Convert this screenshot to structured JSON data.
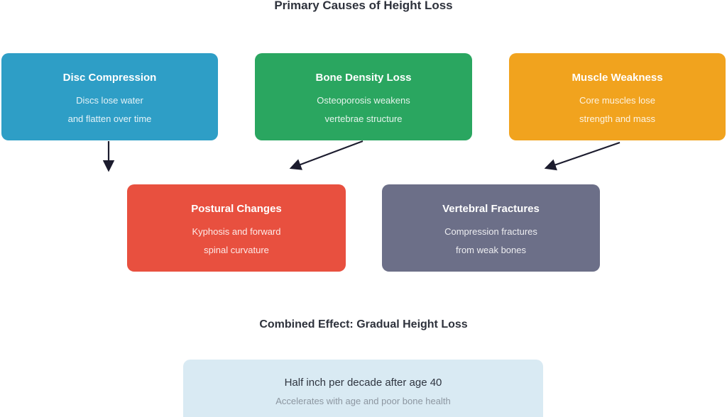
{
  "title": "Primary Causes of Height Loss",
  "nodes": [
    {
      "id": "disc-compression",
      "title": "Disc Compression",
      "line1": "Discs lose water",
      "line2": "and flatten over time",
      "color": "#2E9EC6"
    },
    {
      "id": "bone-density-loss",
      "title": "Bone Density Loss",
      "line1": "Osteoporosis weakens",
      "line2": "vertebrae structure",
      "color": "#2AA660"
    },
    {
      "id": "muscle-weakness",
      "title": "Muscle Weakness",
      "line1": "Core muscles lose",
      "line2": "strength and mass",
      "color": "#F1A31E"
    },
    {
      "id": "postural-changes",
      "title": "Postural Changes",
      "line1": "Kyphosis and forward",
      "line2": "spinal curvature",
      "color": "#E8503F"
    },
    {
      "id": "vertebral-fractures",
      "title": "Vertebral Fractures",
      "line1": "Compression fractures",
      "line2": "from weak bones",
      "color": "#6C6F88"
    }
  ],
  "combined": {
    "heading": "Combined Effect: Gradual Height Loss",
    "title": "Half inch per decade after age 40",
    "subtitle": "Accelerates with age and poor bone health",
    "box_color": "#D9EAF3"
  },
  "colors": {
    "background": "#FFFFFF",
    "arrow": "#1C1C2E",
    "heading_text": "#2E323C",
    "subtitle_text": "#8C96A0"
  }
}
